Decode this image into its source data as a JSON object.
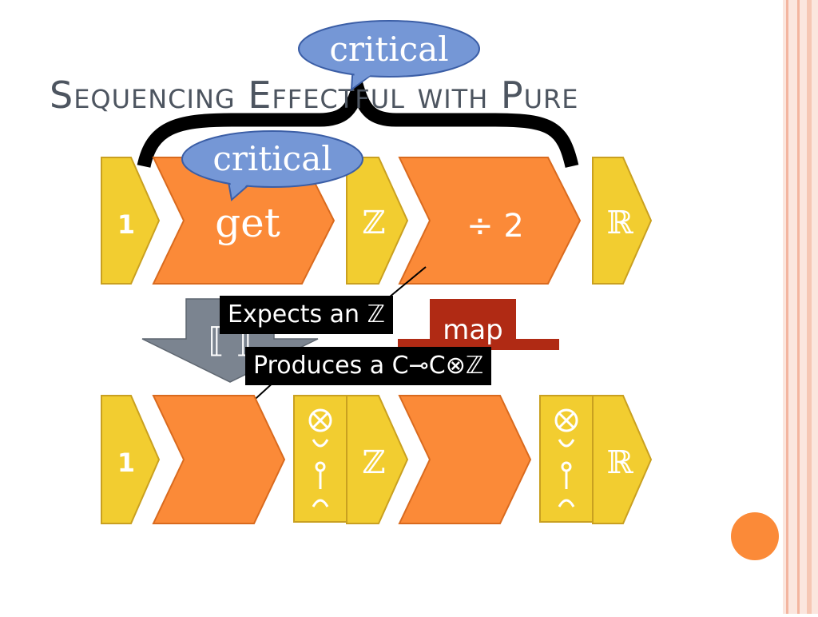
{
  "slide": {
    "title": "Sequencing Effectful with Pure",
    "bubbles": {
      "top": "critical",
      "inner": "critical"
    },
    "top_row": {
      "unit": "1",
      "get": "get",
      "int": "ℤ",
      "div": "÷ 2",
      "real": "ℝ"
    },
    "bottom_row": {
      "unit": "1",
      "int": "ℤ",
      "real": "ℝ"
    },
    "arrow_label": "⟦ ⟧",
    "map_label": "map",
    "callouts": {
      "expects": "Expects an ℤ",
      "produces": "Produces a C⊸C⊗ℤ"
    },
    "tensor_stack": [
      "⊗",
      "⊃",
      "o",
      "⊂"
    ]
  },
  "colors": {
    "yellow": "#f2cd30",
    "yellow_stroke": "#c9a020",
    "orange": "#fb8a38",
    "orange_stroke": "#d96a1e",
    "blue_bubble": "#7597d6",
    "blue_bubble_stroke": "#3b5ea6",
    "gray_arrow": "#7b8490",
    "map_red": "#b02a14",
    "title": "#4d5560",
    "border_pink": "#f5b7a5"
  }
}
